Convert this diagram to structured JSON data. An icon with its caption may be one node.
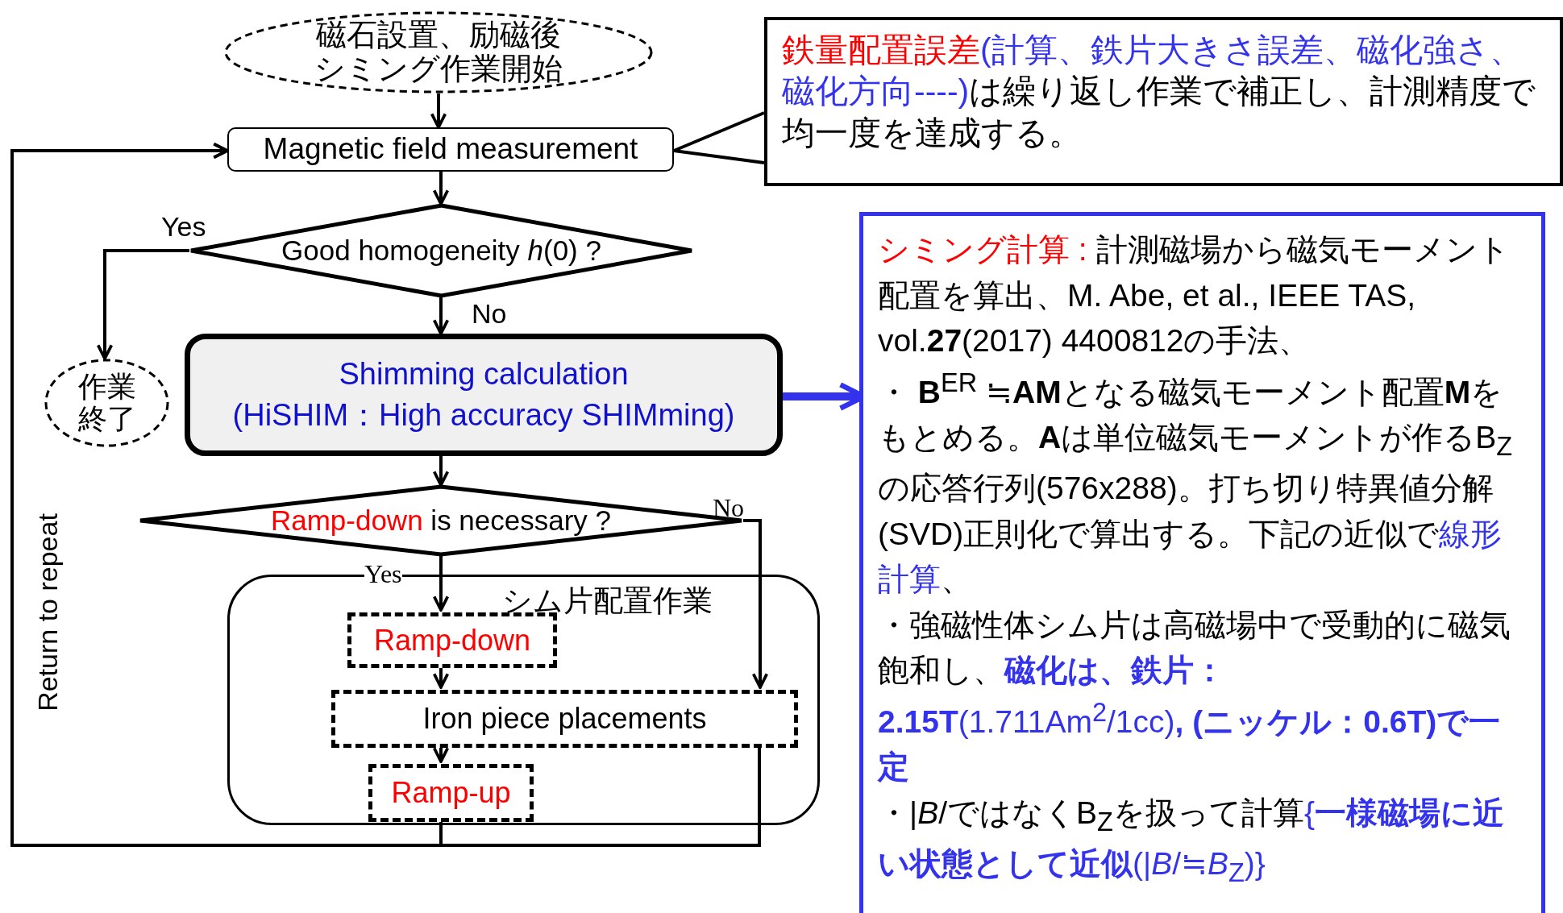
{
  "diagram": {
    "nodes": [
      {
        "text": [
          "磁石設置、励磁後シミング作業開始"
        ]
      },
      {
        "text": [
          "鉄量配置誤差",
          "(計算、鉄片大きさ誤差、磁化強さ、磁化方向----)",
          "は繰り返し作業で補正し、計測精度で均一度を達成する。"
        ]
      },
      {
        "text": [
          "Magnetic field measurement"
        ]
      },
      {
        "text": [
          "Good homogeneity *h*(0) ?"
        ]
      },
      {
        "text": [
          "作業終了"
        ]
      },
      {
        "text": [
          "Shimming calculation",
          "(HiSHIM：High accuracy SHIMming)"
        ]
      },
      {
        "text": [
          "シミング計算 : ",
          "計測磁場から磁気モーメント配置を算出、M. Abe, et al., IEEE TAS, vol.**27**(2017) 4400812の手法、",
          "・ **B**$^{ER}$ ≒**AM**となる磁気モーメント配置**M**をもとめる。**A**は単位磁気モーメントが作るB$_{Z}$の応答行列(576x288)。打ち切り特異値分解(SVD)正則化で算出する。下記の近似で",
          "線形計算",
          "、",
          "・強磁性体シム片は高磁場中で受動的に磁気飽和し、",
          "磁化は、鉄片：2.15T",
          "(1.711Am$^{2}$/1cc)",
          ", (ニッケル：0.6T)で一定",
          "・|*B*/ではなくB$_{Z}$を扱って計算",
          "{",
          "一様磁場に近い状態として近似",
          "(|*B*/≒*B*$_{Z}$)}"
        ]
      },
      {
        "text": [
          "Ramp-down",
          " is necessary ?"
        ]
      },
      {
        "text": [
          "シム片配置作業"
        ]
      },
      {
        "text": [
          "Ramp-down"
        ],
        "in": 8
      },
      {
        "text": [
          "Iron piece placements"
        ],
        "in": 8
      },
      {
        "text": [
          "Ramp-up"
        ],
        "in": 8
      }
    ],
    "edges": [
      {
        "from": 0,
        "to": 2,
        "arrow": "to"
      },
      {
        "from": 2,
        "to": 3,
        "arrow": "to"
      },
      {
        "from": 3,
        "to": 4,
        "arrow": "to",
        "label": "Yes"
      },
      {
        "from": 3,
        "to": 5,
        "arrow": "to",
        "label": "No"
      },
      {
        "from": 5,
        "to": 7,
        "arrow": "to"
      },
      {
        "from": 7,
        "to": 9,
        "arrow": "to",
        "label": "Yes"
      },
      {
        "from": 7,
        "to": 10,
        "arrow": "to",
        "label": "No"
      },
      {
        "from": 9,
        "to": 10,
        "arrow": "to"
      },
      {
        "from": 10,
        "to": 11,
        "arrow": "to"
      },
      {
        "from": 11,
        "to": 2,
        "arrow": "to",
        "label": "Return to repeat"
      },
      {
        "from": 10,
        "to": 2,
        "arrow": "to"
      },
      {
        "from": 5,
        "to": 6,
        "arrow": "to",
        "style": "thick",
        "color": "#3333ee"
      },
      {
        "from": 1,
        "to": 2,
        "arrow": "none"
      }
    ]
  }
}
